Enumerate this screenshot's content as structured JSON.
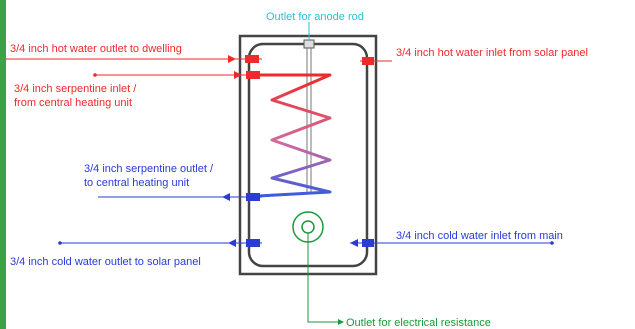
{
  "diagram": {
    "labels": {
      "anode_outlet": "Outlet for anode rod",
      "hot_outlet": "3/4 inch hot water outlet to dwelling",
      "hot_inlet_solar": "3/4 inch hot water inlet from solar panel",
      "serp_inlet_1": "3/4 inch serpentine inlet /",
      "serp_inlet_2": "from central heating unit",
      "serp_outlet_1": "3/4 inch serpentine outlet /",
      "serp_outlet_2": "to central heating unit",
      "cold_inlet_main": "3/4 inch cold water inlet from main",
      "cold_outlet_solar": "3/4 inch cold water outlet to solar panel",
      "resistance_outlet": "Outlet for electrical resistance"
    },
    "colors": {
      "hot": "#ee2a2a",
      "cold": "#2a3bd8",
      "anode": "#29c1d6",
      "resistance": "#1a9a3a",
      "tank": "#444444",
      "accent_bar": "#3aa24a"
    }
  }
}
